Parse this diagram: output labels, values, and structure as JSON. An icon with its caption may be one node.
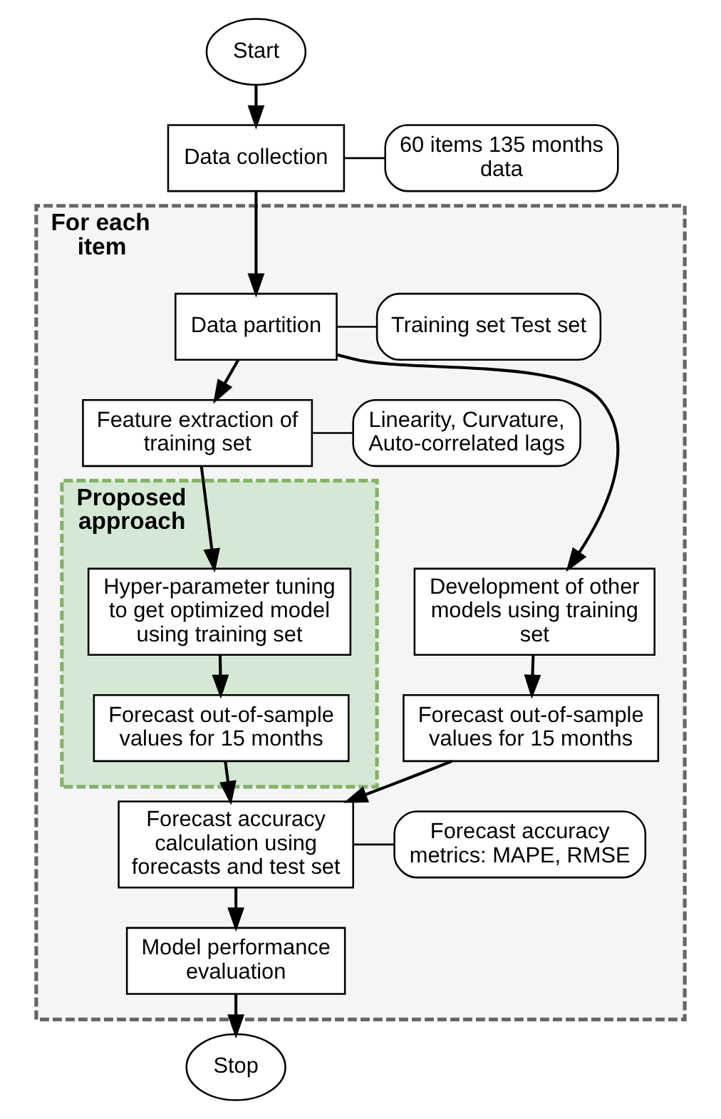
{
  "diagram": {
    "nodes": [
      {
        "text": [
          "Start"
        ]
      },
      {
        "text": [
          "Data collection"
        ]
      },
      {
        "text": [
          "60 items 135 months data"
        ]
      },
      {
        "text": [
          "For each item"
        ]
      },
      {
        "text": [
          "Data partition"
        ],
        "in": 3
      },
      {
        "text": [
          "Training set Test set"
        ],
        "in": 3
      },
      {
        "text": [
          "Feature extraction of training set"
        ],
        "in": 3
      },
      {
        "text": [
          "Linearity, Curvature, Auto-correlated lags"
        ],
        "in": 3
      },
      {
        "text": [
          "Development of other models using training set"
        ],
        "in": 3
      },
      {
        "text": [
          "Proposed approach"
        ],
        "in": 3
      },
      {
        "text": [
          "Hyper-parameter tuning to get optimized model using training set"
        ],
        "in": 9
      },
      {
        "text": [
          "Forecast out-of-sample values for 15 months"
        ],
        "in": 3
      },
      {
        "text": [
          "Forecast out-of-sample values for 15 months"
        ],
        "in": 9
      },
      {
        "text": [
          "Forecast accuracy calculation using forecasts and test set"
        ],
        "in": 3
      },
      {
        "text": [
          "Forecast accuracy metrics: MAPE, RMSE"
        ],
        "in": 3
      },
      {
        "text": [
          "Model performance evaluation"
        ],
        "in": 3
      },
      {
        "text": [
          "Stop"
        ]
      }
    ],
    "edges": [
      {
        "from": 0,
        "to": 1,
        "arrow": "to"
      },
      {
        "from": 1,
        "to": 2,
        "arrow": "none"
      },
      {
        "from": 1,
        "to": 4,
        "arrow": "to"
      },
      {
        "from": 4,
        "to": 5,
        "arrow": "none"
      },
      {
        "from": 4,
        "to": 6,
        "arrow": "to"
      },
      {
        "from": 6,
        "to": 7,
        "arrow": "none"
      },
      {
        "from": 4,
        "to": 8,
        "arrow": "to"
      },
      {
        "from": 6,
        "to": 10,
        "arrow": "to"
      },
      {
        "from": 8,
        "to": 11,
        "arrow": "to"
      },
      {
        "from": 10,
        "to": 12,
        "arrow": "to"
      },
      {
        "from": 11,
        "to": 13,
        "arrow": "to"
      },
      {
        "from": 12,
        "to": 13,
        "arrow": "to"
      },
      {
        "from": 13,
        "to": 14,
        "arrow": "none"
      },
      {
        "from": 13,
        "to": 15,
        "arrow": "to"
      },
      {
        "from": 15,
        "to": 16,
        "arrow": "to"
      }
    ]
  }
}
